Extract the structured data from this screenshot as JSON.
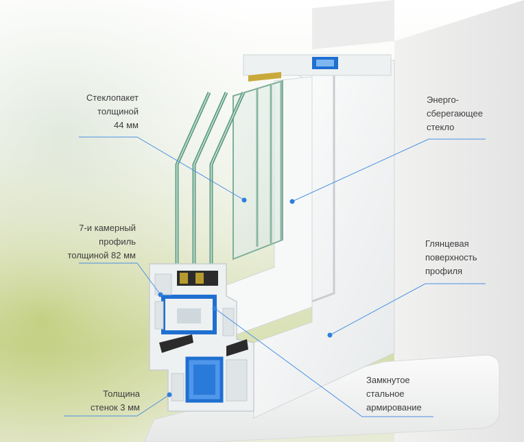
{
  "callouts": {
    "glass_unit": {
      "lines": [
        "Стеклопакет",
        "толщиной",
        "44 мм"
      ]
    },
    "energy_glass": {
      "lines": [
        "Энерго-",
        "сберегающее",
        "стекло"
      ]
    },
    "profile_chambers": {
      "lines": [
        "7-и камерный",
        "профиль",
        "толщиной 82 мм"
      ]
    },
    "glossy_surface": {
      "lines": [
        "Глянцевая",
        "поверхность",
        "профиля"
      ]
    },
    "wall_thickness": {
      "lines": [
        "Толщина",
        "стенок 3 мм"
      ]
    },
    "steel_reinforcement": {
      "lines": [
        "Замкнутое",
        "стальное",
        "армирование"
      ]
    }
  },
  "colors": {
    "callout_line": "#4a90e2",
    "callout_dot": "#2f7fdc",
    "label_text": "#3d3d3d",
    "reinforcement_blue": "#1f6fd1",
    "profile_white": "#f4f6f7",
    "glass_green": "#9fc7b6"
  }
}
